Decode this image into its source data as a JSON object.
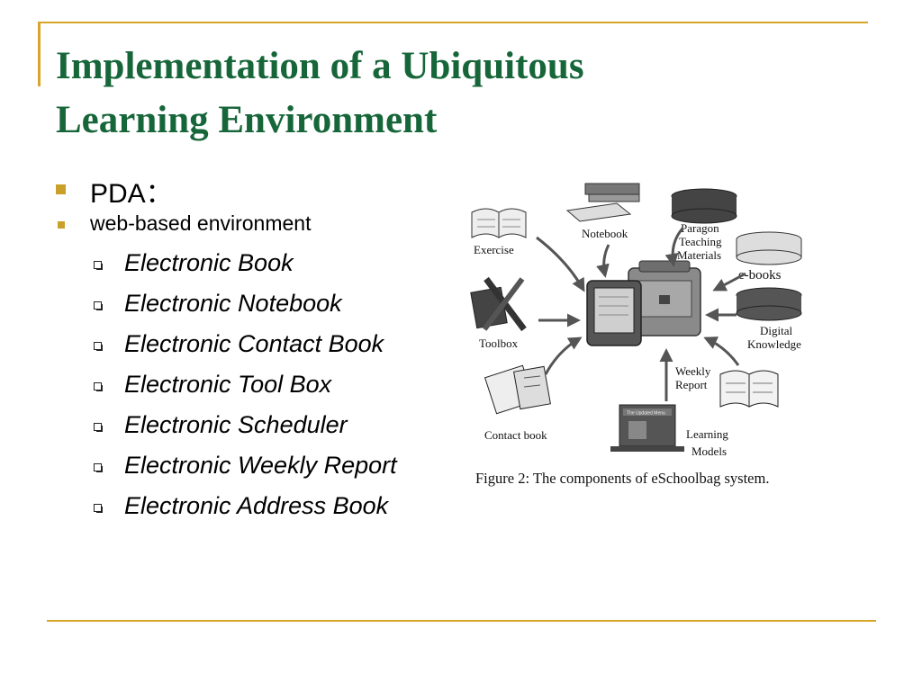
{
  "slide": {
    "title_line1": "Implementation of a Ubiquitous",
    "title_line2": "Learning Environment",
    "bullets": [
      {
        "label": "PDA："
      },
      {
        "label": "web-based environment"
      }
    ],
    "sub_bullets": [
      {
        "label": "Electronic Book"
      },
      {
        "label": "Electronic Notebook"
      },
      {
        "label": "Electronic Contact Book"
      },
      {
        "label": "Electronic Tool Box"
      },
      {
        "label": "Electronic Scheduler"
      },
      {
        "label": "Electronic Weekly Report"
      },
      {
        "label": "Electronic Address Book"
      }
    ]
  },
  "figure": {
    "labels": {
      "exercise": "Exercise",
      "notebook": "Notebook",
      "paragon_1": "Paragon",
      "paragon_2": "Teaching",
      "paragon_3": "Materials",
      "ebooks": "e-books",
      "digital_1": "Digital",
      "digital_2": "Knowledge",
      "toolbox": "Toolbox",
      "weekly_1": "Weekly",
      "weekly_2": "Report",
      "contact": "Contact book",
      "learning_1": "Learning",
      "learning_2": "Models",
      "screen_text": "The Updated Menu"
    },
    "caption": "Figure 2: The components of eSchoolbag system."
  },
  "colors": {
    "title": "#17663a",
    "accent_rule": "#d6a52a",
    "bullet_square": "#c9a02a"
  }
}
